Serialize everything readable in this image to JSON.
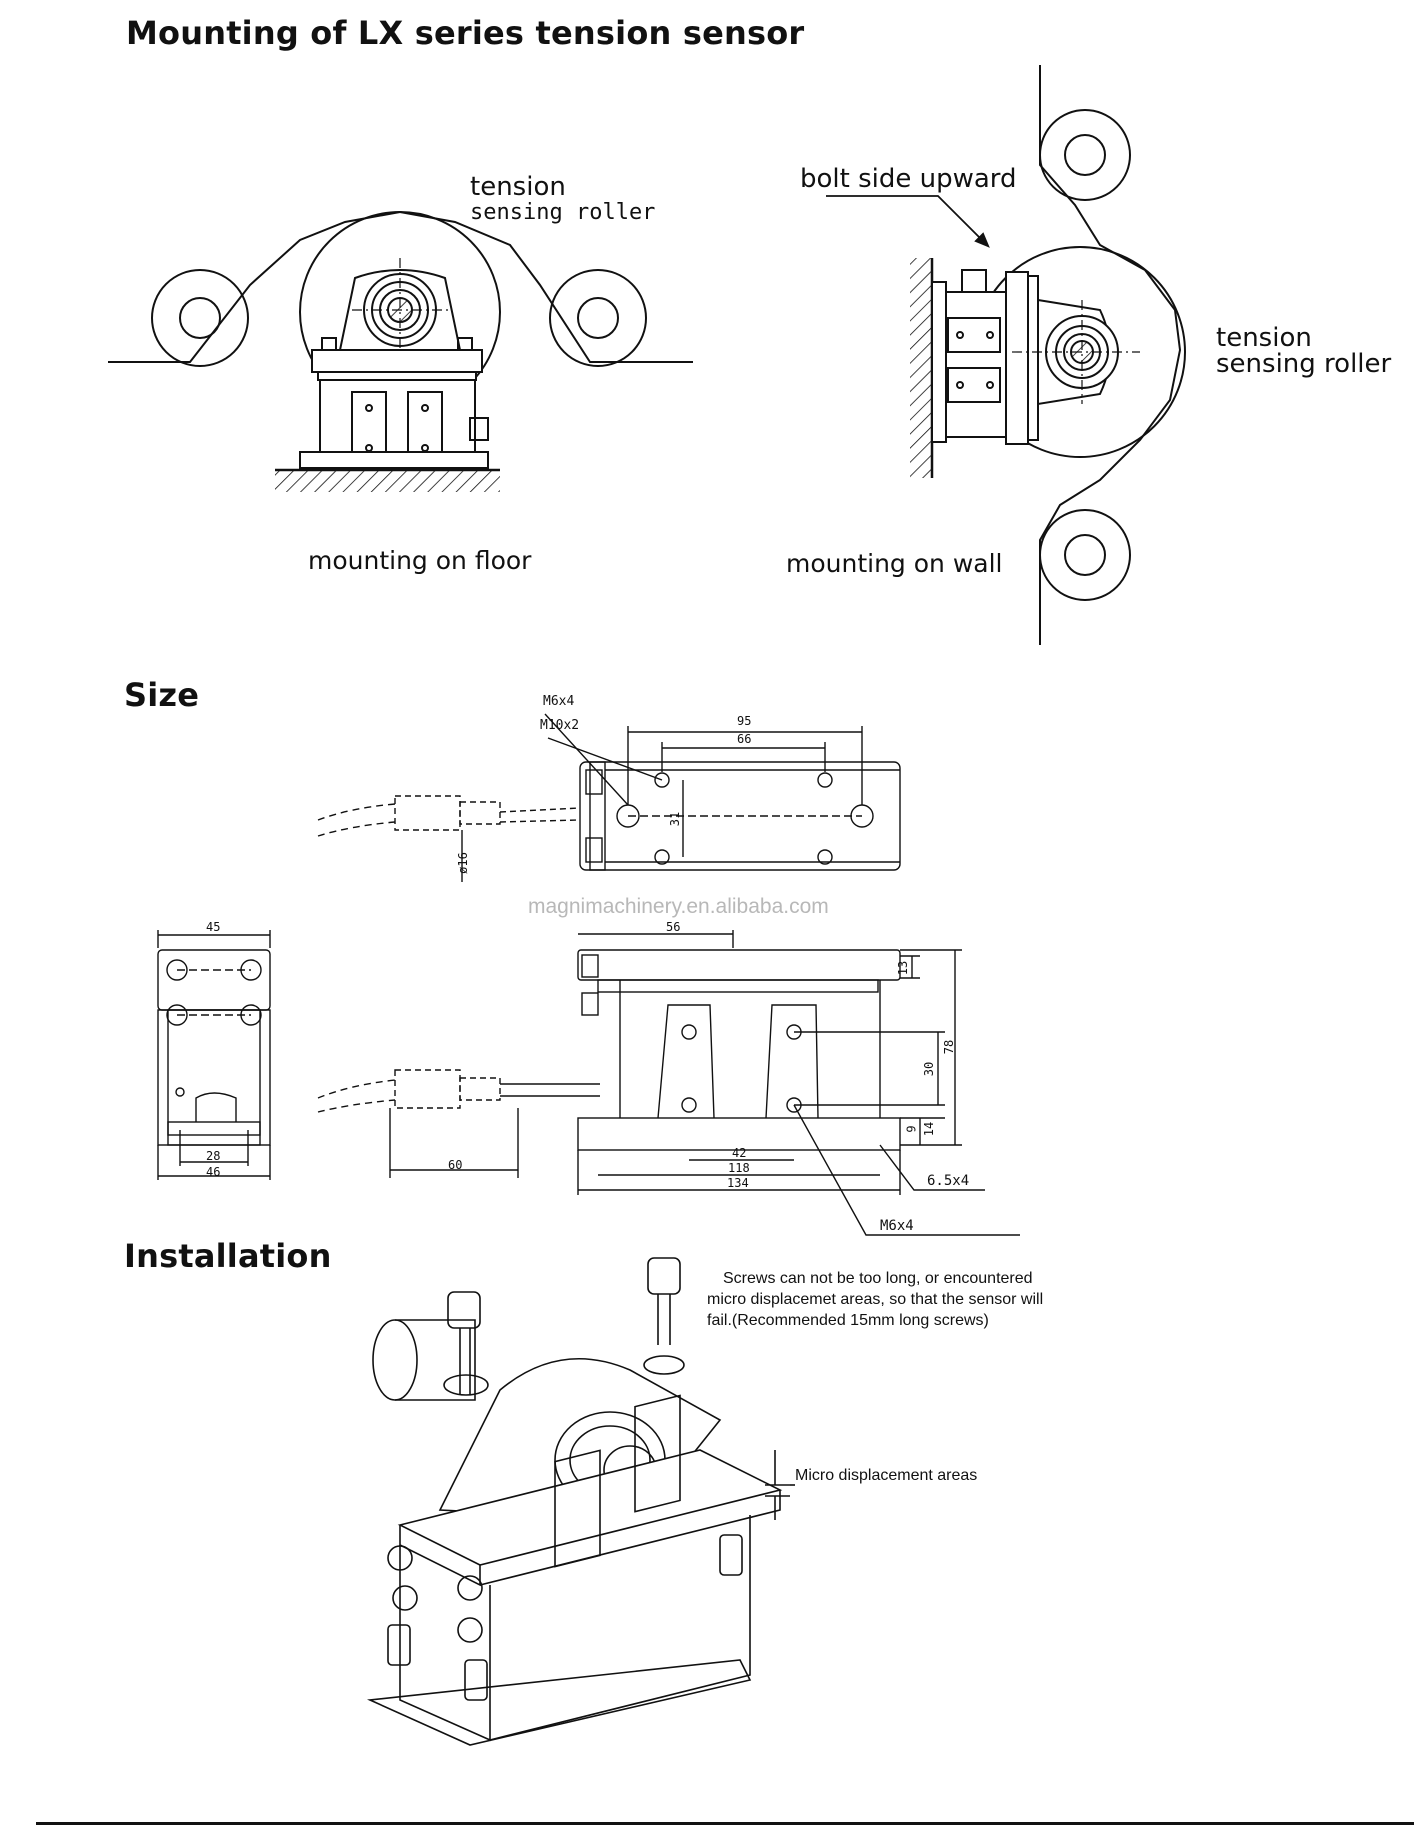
{
  "sections": {
    "mounting_title": "Mounting of LX  series tension sensor",
    "size_title": "Size",
    "installation_title": "Installation"
  },
  "mounting": {
    "floor": {
      "roller_label_line1": "tension",
      "roller_label_line2": "sensing roller",
      "caption": "mounting on floor"
    },
    "wall": {
      "bolt_label": "bolt side upward",
      "roller_label_line1": "tension",
      "roller_label_line2": "sensing roller",
      "caption": "mounting on wall"
    }
  },
  "size": {
    "top_view": {
      "thread_label_1": "M6x4",
      "thread_label_2": "M10x2",
      "dim_95": "95",
      "dim_66": "66",
      "dim_31": "31",
      "dim_dia16": "ø16"
    },
    "side_view": {
      "dim_45": "45",
      "dim_28": "28",
      "dim_46": "46"
    },
    "front_view": {
      "dim_56": "56",
      "dim_13": "13",
      "dim_78": "78",
      "dim_30": "30",
      "dim_14": "14",
      "dim_9": "9",
      "dim_42": "42",
      "dim_118": "118",
      "dim_134": "134",
      "dim_60": "60",
      "hole_label": "6.5x4",
      "thread_label": "M6x4"
    },
    "watermark": "magnimachinery.en.alibaba.com"
  },
  "installation": {
    "screw_note_line1": "Screws can not be too long, or encountered",
    "screw_note_line2": "micro  displacemet areas, so that the sensor will",
    "screw_note_line3": "fail.(Recommended 15mm long screws)",
    "micro_label": "Micro  displacement  areas"
  }
}
